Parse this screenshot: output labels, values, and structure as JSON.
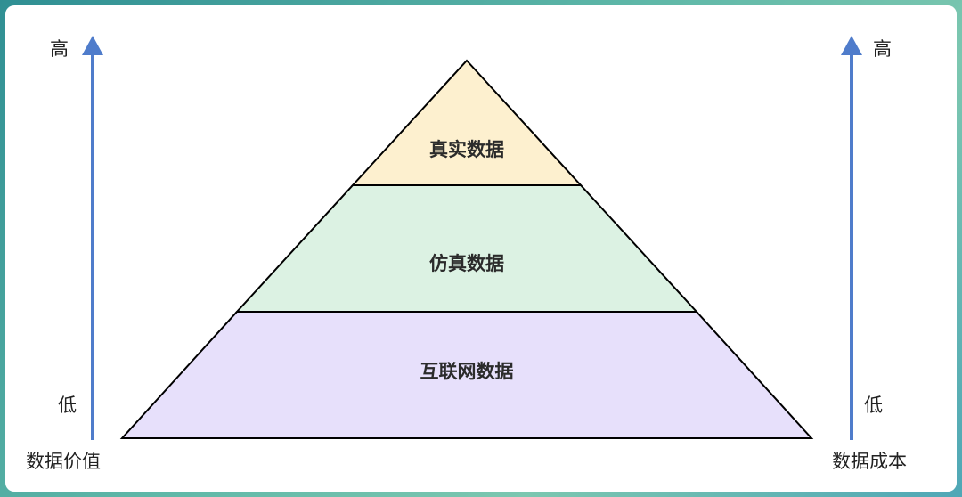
{
  "pyramid": {
    "tiers": [
      {
        "label": "真实数据",
        "color": "#fdf0cf"
      },
      {
        "label": "仿真数据",
        "color": "#dcf2e3"
      },
      {
        "label": "互联网数据",
        "color": "#e7e0fb"
      }
    ]
  },
  "left_axis": {
    "high": "高",
    "low": "低",
    "title": "数据价值",
    "color": "#4f7ccb"
  },
  "right_axis": {
    "high": "高",
    "low": "低",
    "title": "数据成本",
    "color": "#4f7ccb"
  }
}
